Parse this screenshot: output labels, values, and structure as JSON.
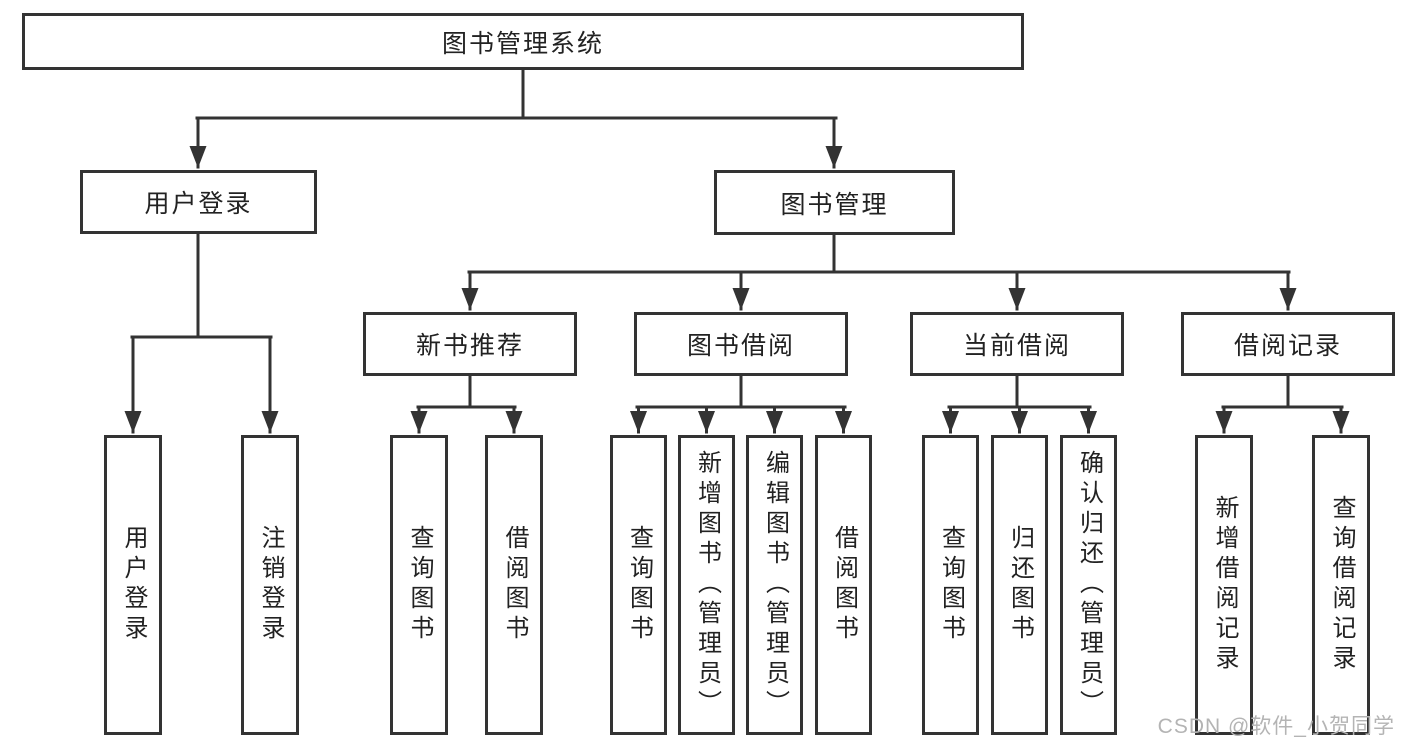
{
  "colors": {
    "background": "#ffffff",
    "line": "#333333",
    "box_border": "#333333",
    "box_fill": "#ffffff",
    "text": "#222222",
    "watermark": "#b4b4b4"
  },
  "root": {
    "label": "图书管理系统"
  },
  "level2": {
    "user_login": {
      "label": "用户登录"
    },
    "book_management": {
      "label": "图书管理"
    }
  },
  "level3": {
    "new_book_recommend": {
      "label": "新书推荐"
    },
    "book_borrow": {
      "label": "图书借阅"
    },
    "current_borrow": {
      "label": "当前借阅"
    },
    "borrow_records": {
      "label": "借阅记录"
    }
  },
  "level4": {
    "under_user_login": {
      "user_login": {
        "label": "用户登录"
      },
      "logout": {
        "label": "注销登录"
      }
    },
    "under_new_book_recommend": {
      "query_books": {
        "label": "查询图书"
      },
      "borrow_books": {
        "label": "借阅图书"
      }
    },
    "under_book_borrow": {
      "query_books": {
        "label": "查询图书"
      },
      "add_books_admin": {
        "label": "新增图书（管理员）"
      },
      "edit_books_admin": {
        "label": "编辑图书（管理员）"
      },
      "borrow_books": {
        "label": "借阅图书"
      }
    },
    "under_current_borrow": {
      "query_books": {
        "label": "查询图书"
      },
      "return_books": {
        "label": "归还图书"
      },
      "confirm_return_admin": {
        "label": "确认归还（管理员）"
      }
    },
    "under_borrow_records": {
      "add_borrow_record": {
        "label": "新增借阅记录"
      },
      "query_borrow_record": {
        "label": "查询借阅记录"
      }
    }
  },
  "watermark": "CSDN @软件_小贺同学"
}
